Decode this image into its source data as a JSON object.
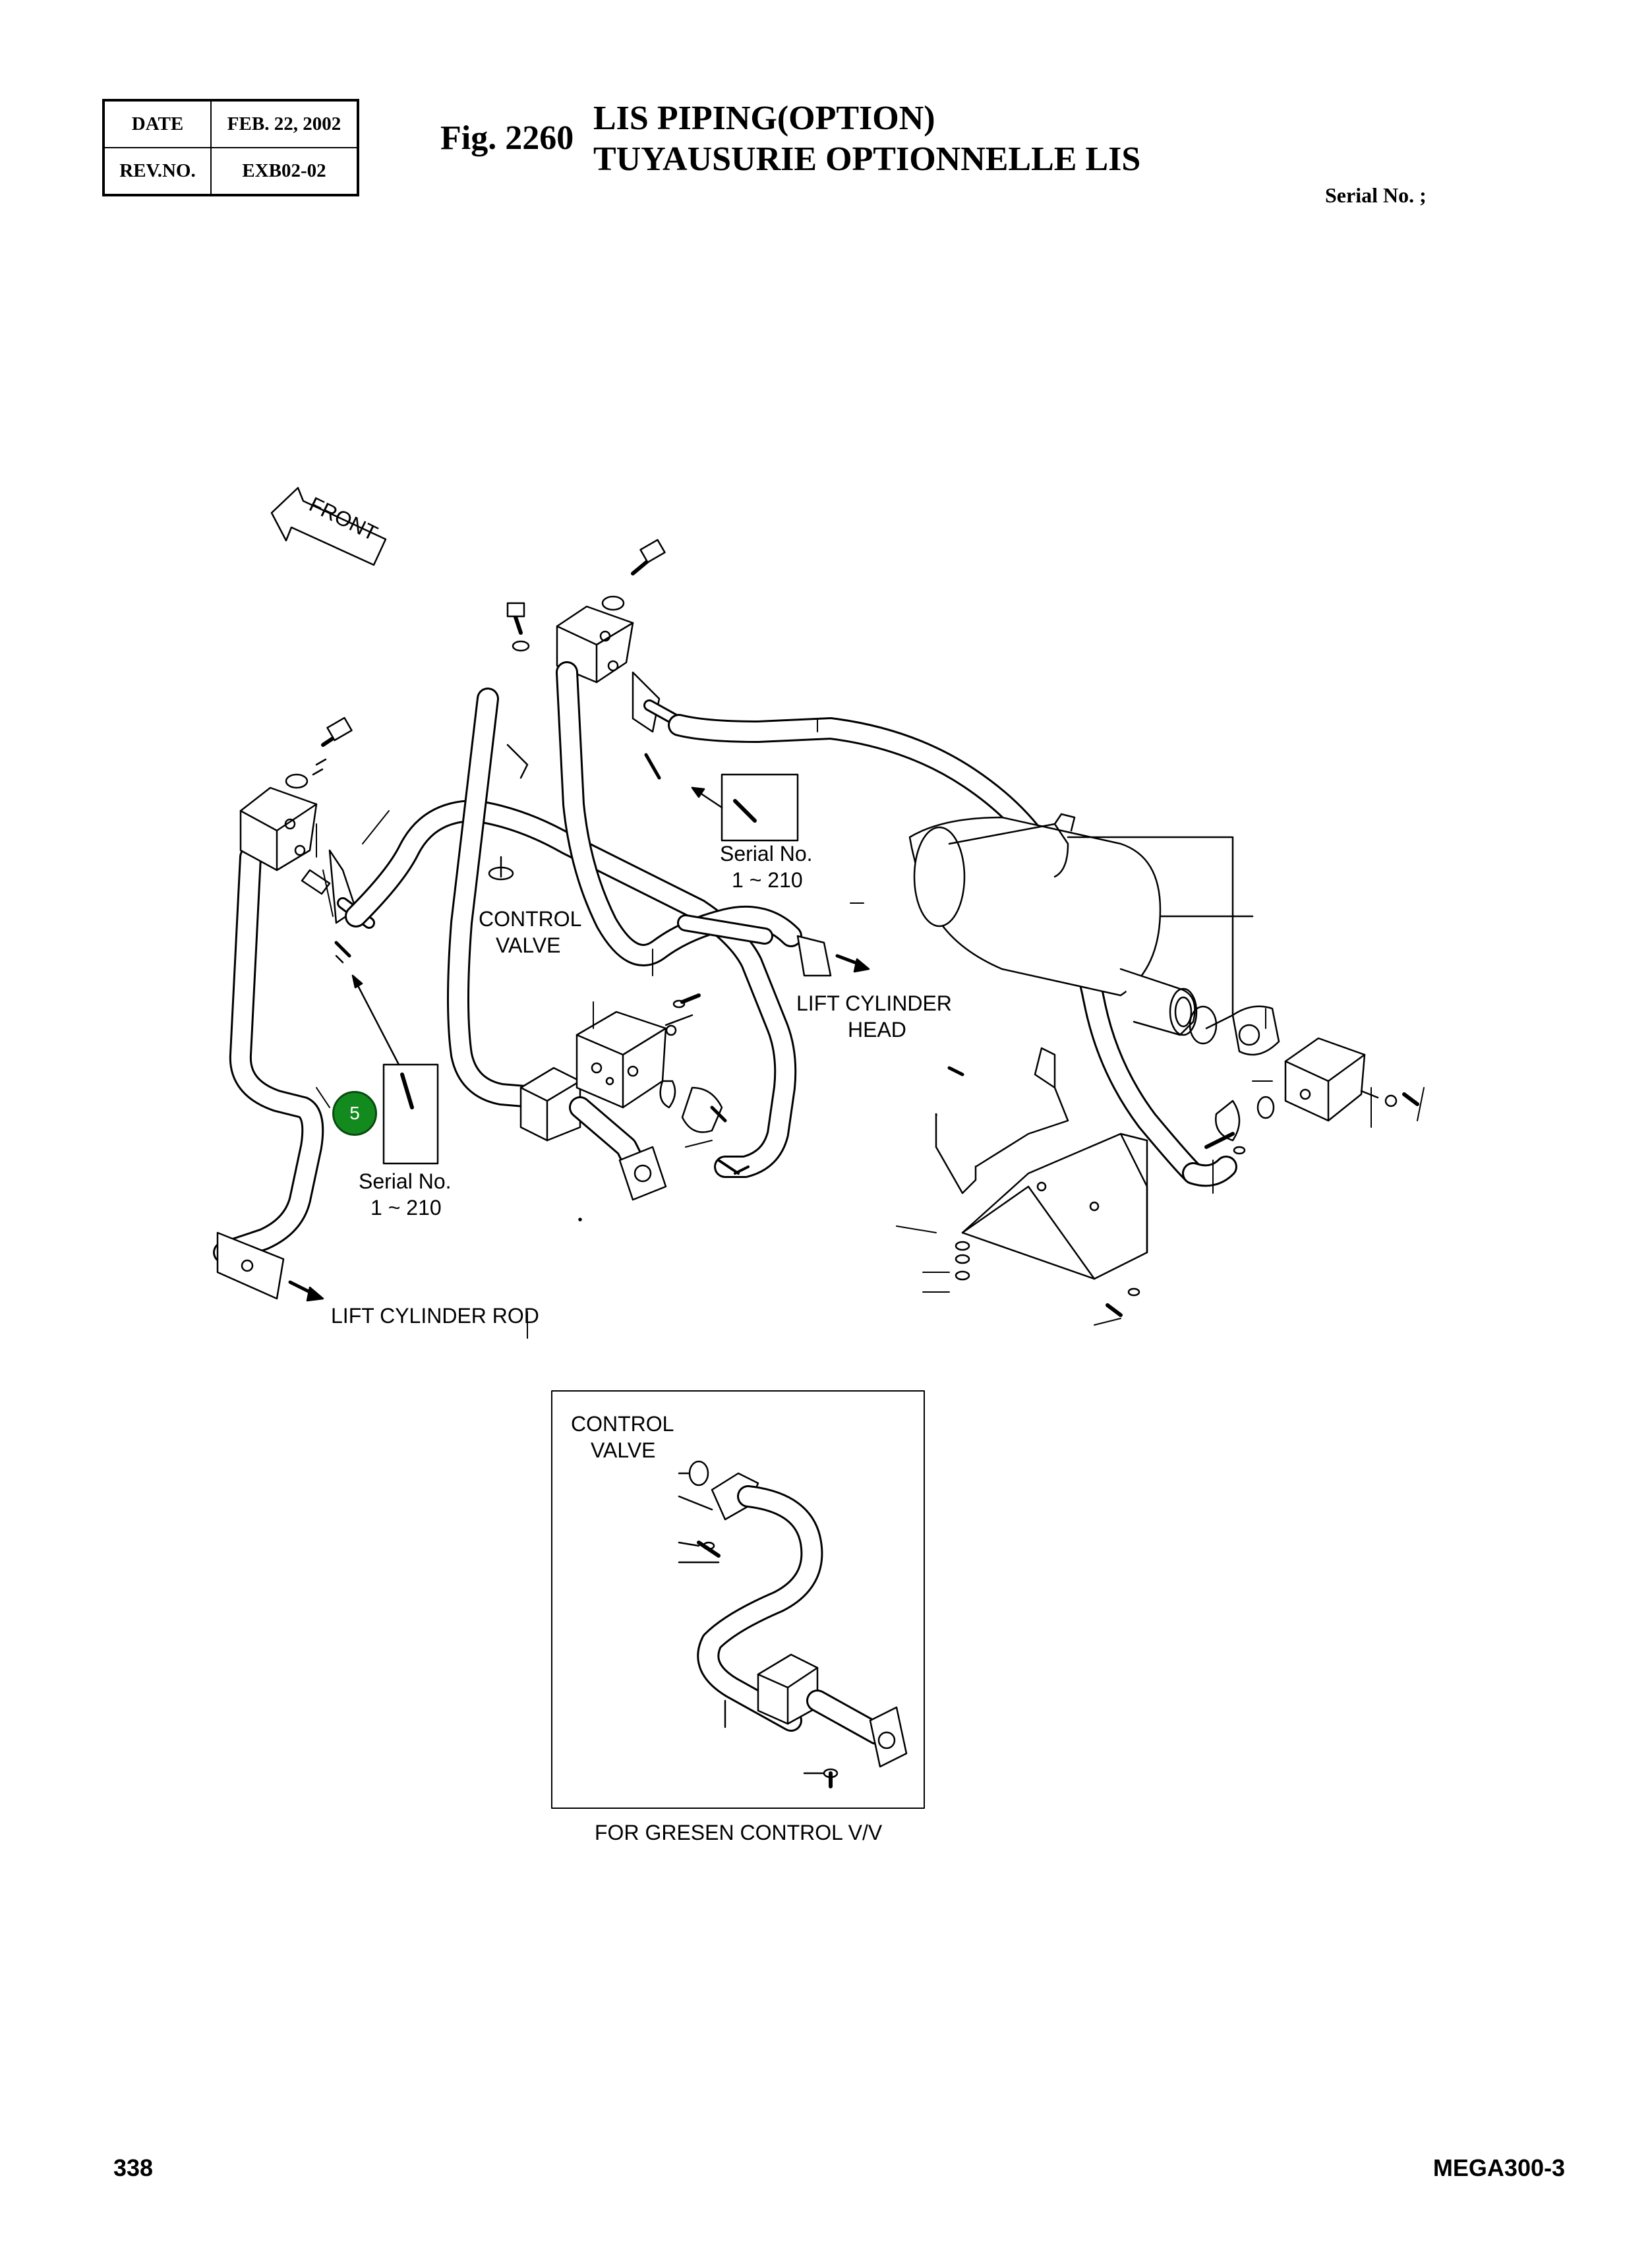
{
  "header": {
    "date_label": "DATE",
    "date_value": "FEB. 22, 2002",
    "rev_label": "REV.NO.",
    "rev_value": "EXB02-02",
    "fig_number": "Fig. 2260",
    "title_en": "LIS PIPING(OPTION)",
    "title_fr": "TUYAUSURIE OPTIONNELLE LIS",
    "serial_label": "Serial No. ;"
  },
  "diagram": {
    "front_label": "FRONT",
    "callouts": {
      "serial_top": "Serial No.",
      "serial_top_range": "1 ~ 210",
      "serial_left": "Serial No.",
      "serial_left_range": "1 ~ 210",
      "control_valve_1": "CONTROL",
      "control_valve_2": "VALVE",
      "lift_head_1": "LIFT CYLINDER",
      "lift_head_2": "HEAD",
      "lift_rod": "LIFT CYLINDER ROD",
      "item_badge": "5"
    },
    "inset": {
      "control_valve_1": "CONTROL",
      "control_valve_2": "VALVE",
      "caption": "FOR GRESEN CONTROL V/V"
    },
    "colors": {
      "badge_fill": "#138a1e",
      "line": "#000000"
    }
  },
  "footer": {
    "page_number": "338",
    "model": "MEGA300-3"
  }
}
